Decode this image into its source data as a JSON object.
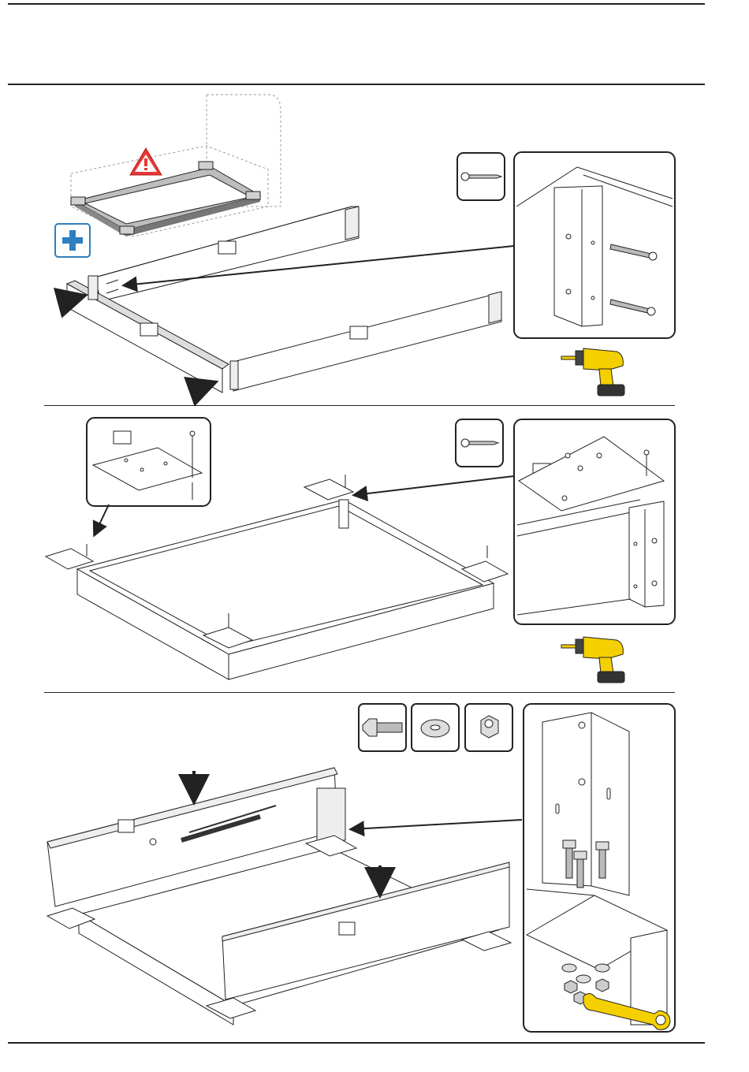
{
  "document": {
    "type": "assembly-instructions",
    "steps": [
      {
        "step": "frame-assembly",
        "warning_icon": "warning-triangle-icon",
        "add_icon": "plus-icon",
        "hardware": [
          "wood-screw"
        ],
        "tool": "cordless-drill-icon",
        "part_label_boxes": 3
      },
      {
        "step": "corner-plates",
        "hardware": [
          "wood-screw"
        ],
        "tool": "cordless-drill-icon",
        "part_label_boxes": 2
      },
      {
        "step": "headboard-footboard",
        "hardware": [
          "hex-bolt",
          "washer",
          "hex-nut"
        ],
        "tool": "wrench-icon",
        "part_label_boxes": 2
      }
    ],
    "colors": {
      "line": "#222222",
      "drill_yellow": "#f5d000",
      "warning_red": "#e53935",
      "add_blue": "#2e7fbf",
      "light_gray": "#cfcfcf"
    }
  }
}
